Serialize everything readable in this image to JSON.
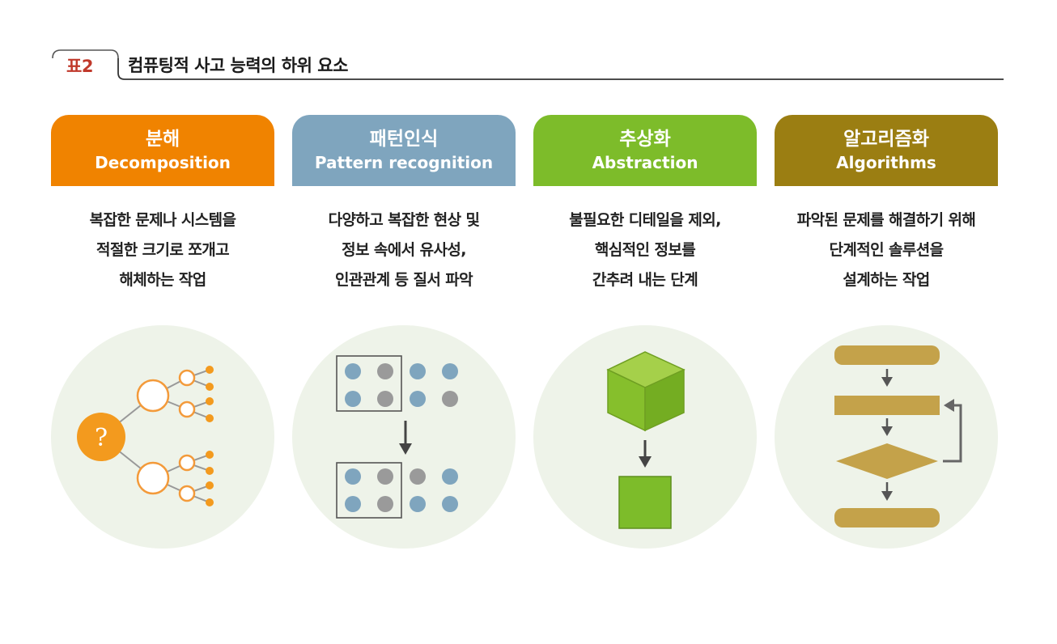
{
  "header": {
    "tag": "표2",
    "title": "컴퓨팅적 사고 능력의 하위 요소"
  },
  "columns": [
    {
      "title_ko": "분해",
      "title_en": "Decomposition",
      "color": "#f08300",
      "desc": [
        "복잡한 문제나 시스템을",
        "적절한 크기로 쪼개고",
        "해체하는 작업"
      ],
      "icon": "tree-decomposition-icon",
      "icon_text": "?"
    },
    {
      "title_ko": "패턴인식",
      "title_en": "Pattern  recognition",
      "color": "#7fa5be",
      "desc": [
        "다양하고 복잡한 현상 및",
        "정보 속에서 유사성,",
        "인관관계 등 질서 파악"
      ],
      "icon": "dot-pattern-icon"
    },
    {
      "title_ko": "추상화",
      "title_en": "Abstraction",
      "color": "#7dbc2a",
      "desc": [
        "불필요한 디테일을 제외,",
        "핵심적인 정보를",
        "간추려 내는 단계"
      ],
      "icon": "cube-to-square-icon"
    },
    {
      "title_ko": "알고리즘화",
      "title_en": "Algorithms",
      "color": "#9b7e12",
      "desc": [
        "파악된 문제를 해결하기 위해",
        "단계적인 솔루션을",
        "설계하는 작업"
      ],
      "icon": "flowchart-icon"
    }
  ]
}
